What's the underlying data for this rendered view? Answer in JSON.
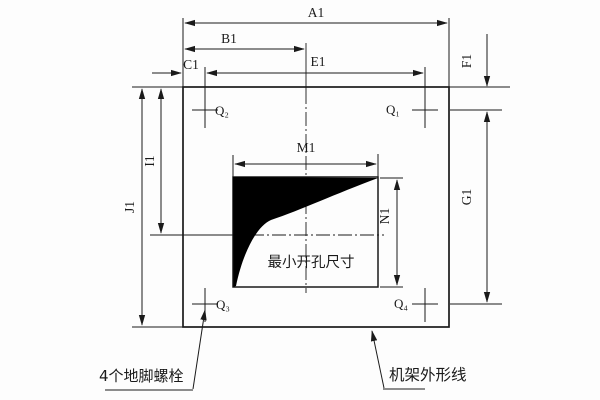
{
  "diagram": {
    "type": "engineering-installation-drawing",
    "dims": {
      "a1": "A1",
      "b1": "B1",
      "c1": "C1",
      "e1": "E1",
      "f1": "F1",
      "g1": "G1",
      "i1": "I1",
      "j1": "J1",
      "m1": "M1",
      "n1": "N1"
    },
    "bolts": {
      "q1": "Q₁",
      "q2": "Q₂",
      "q3": "Q₃",
      "q4": "Q₄"
    },
    "labels": {
      "min_opening": "最小开孔尺寸",
      "anchor_bolts": "4个地脚螺栓",
      "frame_outline": "机架外形线"
    },
    "colors": {
      "ink": "#1a1a1a",
      "background": "#fdfdfd",
      "opening_fill": "#000000"
    }
  }
}
